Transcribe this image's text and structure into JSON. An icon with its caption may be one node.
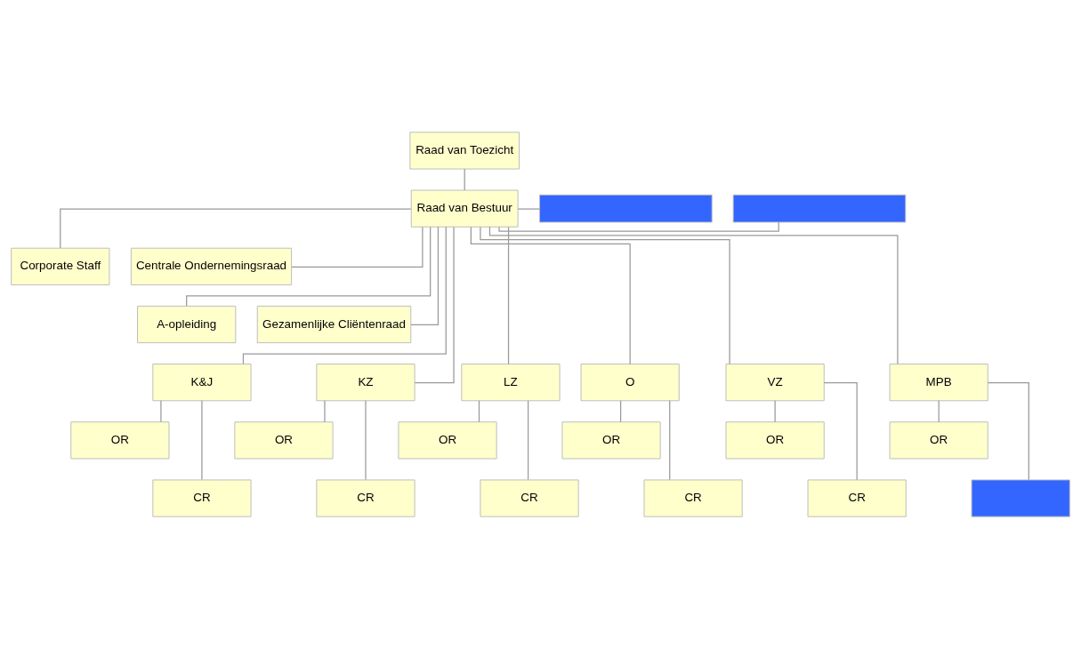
{
  "diagram": {
    "nodes": [
      {
        "text": [
          "Raad van Toezicht"
        ]
      },
      {
        "text": [
          "Raad van Bestuur"
        ]
      },
      {
        "text": [],
        "shape": "box"
      },
      {
        "text": [],
        "shape": "box"
      },
      {
        "text": [
          "Corporate Staff"
        ]
      },
      {
        "text": [
          "Centrale Ondernemingsraad"
        ]
      },
      {
        "text": [
          "A-opleiding"
        ]
      },
      {
        "text": [
          "Gezamenlijke Cliëntenraad"
        ]
      },
      {
        "text": [
          "K&J"
        ]
      },
      {
        "text": [
          "KZ"
        ]
      },
      {
        "text": [
          "LZ"
        ]
      },
      {
        "text": [
          "O"
        ]
      },
      {
        "text": [
          "VZ"
        ]
      },
      {
        "text": [
          "MPB"
        ]
      },
      {
        "text": [
          "OR"
        ]
      },
      {
        "text": [
          "OR"
        ]
      },
      {
        "text": [
          "OR"
        ]
      },
      {
        "text": [
          "OR"
        ]
      },
      {
        "text": [
          "OR"
        ]
      },
      {
        "text": [
          "OR"
        ]
      },
      {
        "text": [
          "CR"
        ]
      },
      {
        "text": [
          "CR"
        ]
      },
      {
        "text": [
          "CR"
        ]
      },
      {
        "text": [
          "CR"
        ]
      },
      {
        "text": [
          "CR"
        ]
      },
      {
        "text": [],
        "shape": "box"
      }
    ],
    "edges": [
      {
        "from": 0,
        "to": 1,
        "arrow": "none"
      },
      {
        "from": 1,
        "to": 2,
        "arrow": "none"
      },
      {
        "from": 1,
        "to": 3,
        "arrow": "none"
      },
      {
        "from": 1,
        "to": 4,
        "arrow": "none"
      },
      {
        "from": 1,
        "to": 5,
        "arrow": "none"
      },
      {
        "from": 1,
        "to": 6,
        "arrow": "none"
      },
      {
        "from": 1,
        "to": 7,
        "arrow": "none"
      },
      {
        "from": 1,
        "to": 8,
        "arrow": "none"
      },
      {
        "from": 1,
        "to": 9,
        "arrow": "none"
      },
      {
        "from": 1,
        "to": 10,
        "arrow": "none"
      },
      {
        "from": 1,
        "to": 11,
        "arrow": "none"
      },
      {
        "from": 1,
        "to": 12,
        "arrow": "none"
      },
      {
        "from": 1,
        "to": 13,
        "arrow": "none"
      },
      {
        "from": 8,
        "to": 14,
        "arrow": "none"
      },
      {
        "from": 8,
        "to": 20,
        "arrow": "none"
      },
      {
        "from": 9,
        "to": 15,
        "arrow": "none"
      },
      {
        "from": 9,
        "to": 21,
        "arrow": "none"
      },
      {
        "from": 10,
        "to": 16,
        "arrow": "none"
      },
      {
        "from": 10,
        "to": 22,
        "arrow": "none"
      },
      {
        "from": 11,
        "to": 17,
        "arrow": "none"
      },
      {
        "from": 11,
        "to": 23,
        "arrow": "none"
      },
      {
        "from": 12,
        "to": 18,
        "arrow": "none"
      },
      {
        "from": 12,
        "to": 24,
        "arrow": "none"
      },
      {
        "from": 13,
        "to": 19,
        "arrow": "none"
      },
      {
        "from": 13,
        "to": 25,
        "arrow": "none"
      }
    ]
  }
}
